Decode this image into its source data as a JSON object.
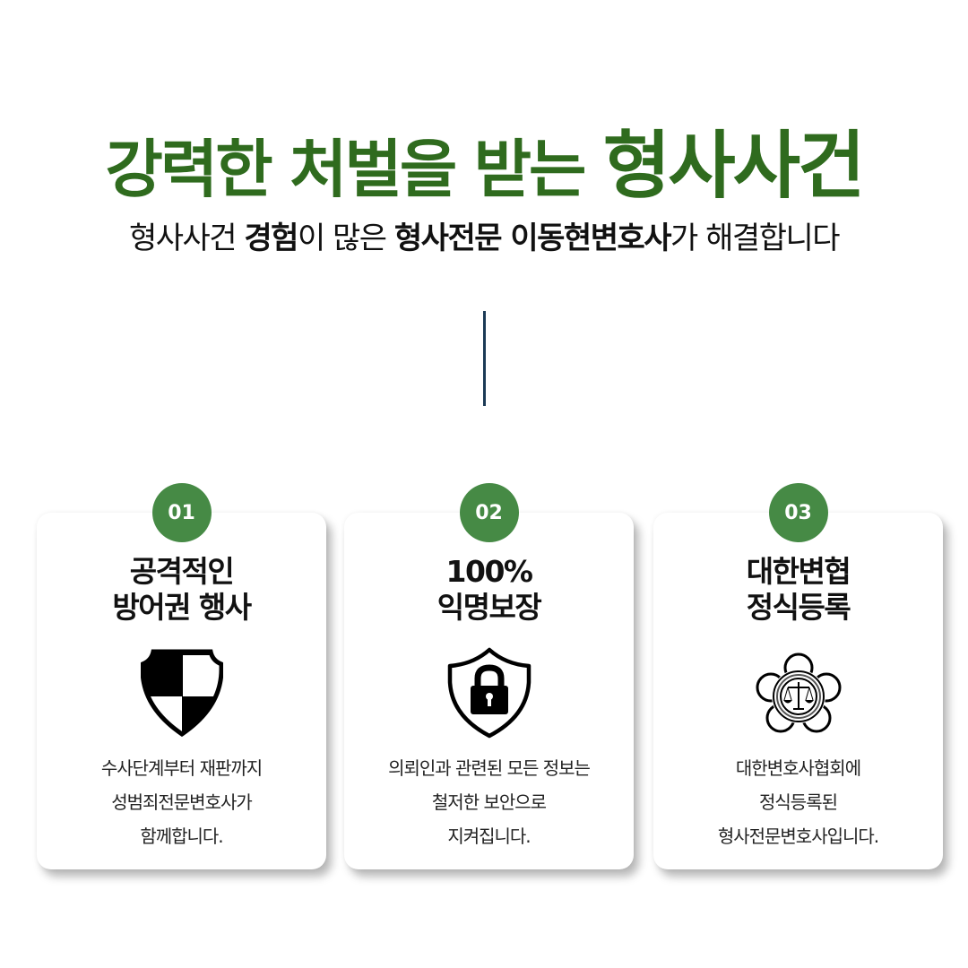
{
  "header": {
    "headline_part1": "강력한 처벌을 받는 ",
    "headline_part2": "형사사건",
    "headline_color": "#2f6b1e",
    "subline": [
      {
        "text": "형사사건 ",
        "bold": false
      },
      {
        "text": "경험",
        "bold": true
      },
      {
        "text": "이 많은 ",
        "bold": false
      },
      {
        "text": "형사전문 이동현변호사",
        "bold": true
      },
      {
        "text": "가 해결합니다",
        "bold": false
      }
    ]
  },
  "divider_color": "#1b3a55",
  "badge_color": "#468a45",
  "cards": [
    {
      "number": "01",
      "title_lines": [
        "공격적인",
        "방어권 행사"
      ],
      "icon": "checkered-shield-icon",
      "desc_lines": [
        "수사단계부터 재판까지",
        "성범죄전문변호사가",
        "함께합니다."
      ]
    },
    {
      "number": "02",
      "title_lines": [
        "100%",
        "익명보장"
      ],
      "icon": "shield-lock-icon",
      "desc_lines": [
        "의뢰인과 관련된 모든 정보는",
        "철저한 보안으로",
        "지켜집니다."
      ]
    },
    {
      "number": "03",
      "title_lines": [
        "대한변협",
        "정식등록"
      ],
      "icon": "bar-association-emblem-icon",
      "desc_lines": [
        "대한변호사협회에",
        "정식등록된",
        "형사전문변호사입니다."
      ]
    }
  ]
}
